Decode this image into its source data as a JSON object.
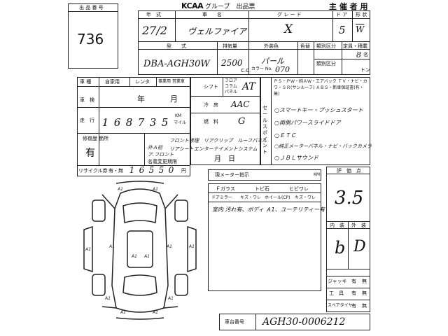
{
  "header": {
    "logo": "KCAA",
    "title": "グループ　出品票",
    "organizer": "主 催 者 用"
  },
  "lot": {
    "label": "出 品 番 号",
    "value": "736"
  },
  "labels": {
    "year": "年　式",
    "car_name": "車　　名",
    "grade": "グ レ ー ド",
    "doors": "ド ア",
    "shape": "形 状",
    "model": "型　　式",
    "displacement": "排気量",
    "exterior": "外装色",
    "color_code": "色替",
    "vehicle_class": "類別区分",
    "capacity": "定員・積載",
    "cc": "C.C.",
    "color_no": "カラー No.",
    "persons": "名",
    "ton": "トン",
    "type_row": "車 種",
    "private": "自家用",
    "rental": "レンタ",
    "business": "事業用 営業車",
    "inspection": "車　検",
    "y": "年",
    "m": "月",
    "mileage": "走　行",
    "km_unit": "KM",
    "mile": "マイル",
    "repair": "修復歴 箇所",
    "shift": "シフト",
    "shift_opts": "フロア コラム パネル",
    "ac": "冷　房",
    "fuel": "燃　料",
    "sales_point": "セールスポイント",
    "options": "ＰＳ・ＰＷ・純ＡＷ・エアバック ＴＶ・ナビ・カワ・ＳＲ(サンルーフ) ＡＢＳ・新車保証書(有・無)",
    "name_change": "名義変更期限",
    "md": "月　日",
    "recycle": "リサイクル券",
    "yes_no": "有・無",
    "yen": "円",
    "meter": "現メーター指示",
    "glass": "Ｆガラス",
    "stone": "トビ石",
    "crack": "ヒビワレ",
    "door_mirror": "ドアミラー",
    "scratch": "キズ・ワレ",
    "wheel": "ホイール(CP)",
    "rating": "評　価　点",
    "interior": "内　装",
    "exterior_r": "外　装",
    "jack": "ジャッキ",
    "tools": "工　具",
    "spare": "スペアタイヤ",
    "have": "有",
    "none": "無",
    "chassis": "車台番号"
  },
  "vehicle": {
    "year": "27/2",
    "name": "ヴェルファイア",
    "grade": "X",
    "doors": "5",
    "shape": "W",
    "model": "DBA-AGH30W",
    "displacement": "2500",
    "color": "パール",
    "color_no": "070",
    "capacity": "8",
    "inspection_year": "年",
    "mileage_digits": [
      "1",
      "6",
      "8",
      "7",
      "3",
      "5"
    ],
    "repair": "有",
    "repair_note_1": "外Ａ前",
    "repair_note_2": "ア.フロント",
    "shift": "AT",
    "ac": "AAC",
    "fuel": "G",
    "recycle_digits": [
      "1",
      "6",
      "5",
      "5",
      "0"
    ],
    "chassis": "AGH30-0006212",
    "rating": "3.5",
    "interior_grade": "b",
    "exterior_grade": "D"
  },
  "notes": {
    "repair_notes": [
      "フロント修理　リアクリップ　ルーフパネル",
      "リアシートエンターテイメントシステム"
    ],
    "sales_points": [
      "○スマートキー・プッシュスタート",
      "○両側パワースライドドア",
      "○ＥＴＣ",
      "○純正メーターパネル・ナビ・バックカメラ",
      "○ＪＢＬサウンド"
    ],
    "damage_note": "室内 汚れ有、ボディ Ａ1、ユーテリティー有",
    "diagram_marks": [
      "A1",
      "A1",
      "A1",
      "A1",
      "A1",
      "A1",
      "A1",
      "A1",
      "A1",
      "A1",
      "A1",
      "A1"
    ]
  }
}
